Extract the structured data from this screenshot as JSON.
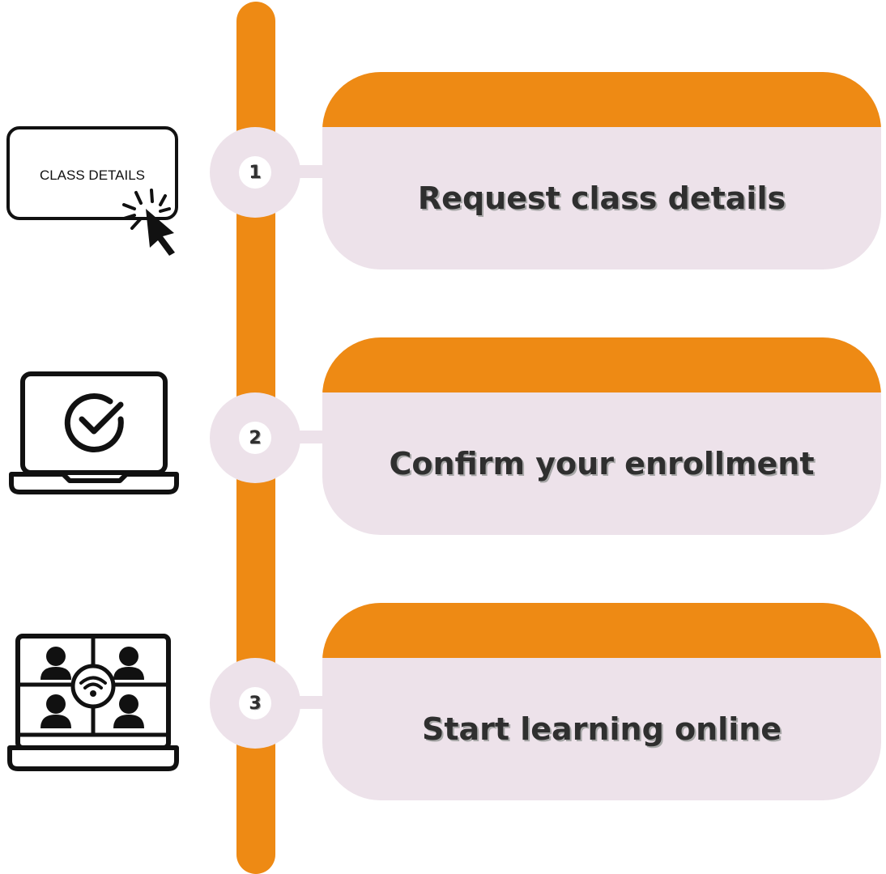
{
  "steps": [
    {
      "number": "1",
      "label": "Request class details",
      "icon": "click-button-icon"
    },
    {
      "number": "2",
      "label": "Confirm your enrollment",
      "icon": "laptop-check-icon"
    },
    {
      "number": "3",
      "label": "Start learning online",
      "icon": "video-conference-icon"
    }
  ],
  "icons": {
    "class_button_text": "CLASS DETAILS"
  },
  "colors": {
    "accent": "#ee8a14",
    "card": "#ede2ea",
    "text": "#2f2f2f"
  }
}
